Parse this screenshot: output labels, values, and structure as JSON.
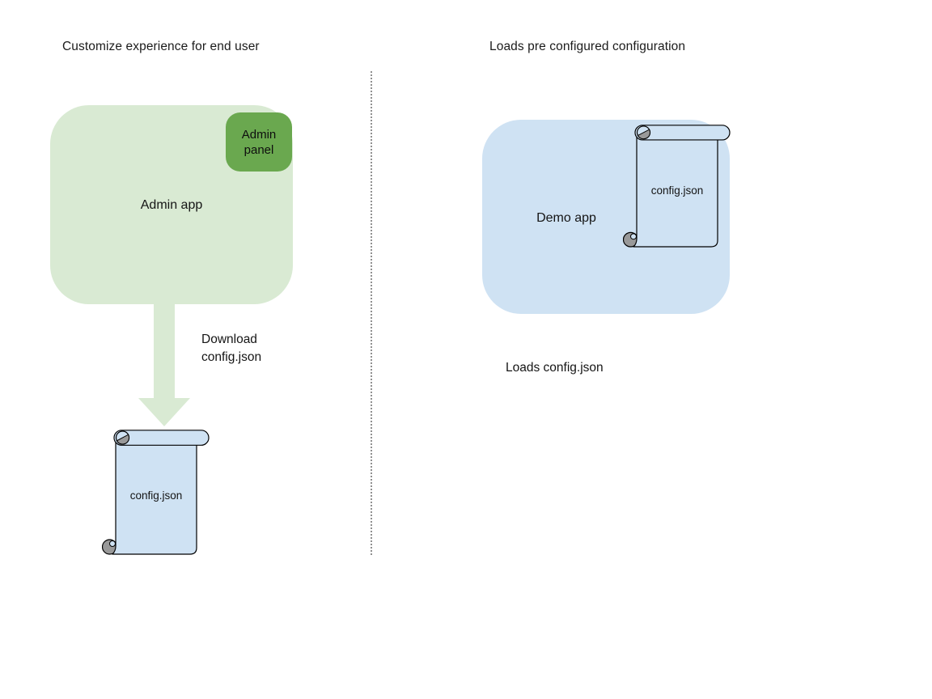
{
  "left_section": {
    "title": "Customize experience for end user",
    "admin_app": {
      "label": "Admin app"
    },
    "admin_panel": {
      "label": "Admin panel"
    },
    "download_label": "Download config.json",
    "config_file": {
      "label": "config.json"
    }
  },
  "right_section": {
    "title": "Loads pre configured configuration",
    "demo_app": {
      "label": "Demo app"
    },
    "config_file": {
      "label": "config.json"
    },
    "caption": "Loads config.json"
  },
  "icons": {
    "download_arrow": "down-arrow",
    "config_file": "scroll-document"
  },
  "colors": {
    "background": "#ffffff",
    "admin_app_fill": "#d9ead3",
    "admin_panel_fill": "#6aa84f",
    "demo_app_fill": "#cfe2f3",
    "file_scroll_fill": "#cfe2f3",
    "scroll_curl_gray": "#999999",
    "shape_outline": "#000000",
    "arrow_fill": "#d9ead3",
    "divider_dotted": "#909090",
    "text": "#1b1b1b"
  }
}
